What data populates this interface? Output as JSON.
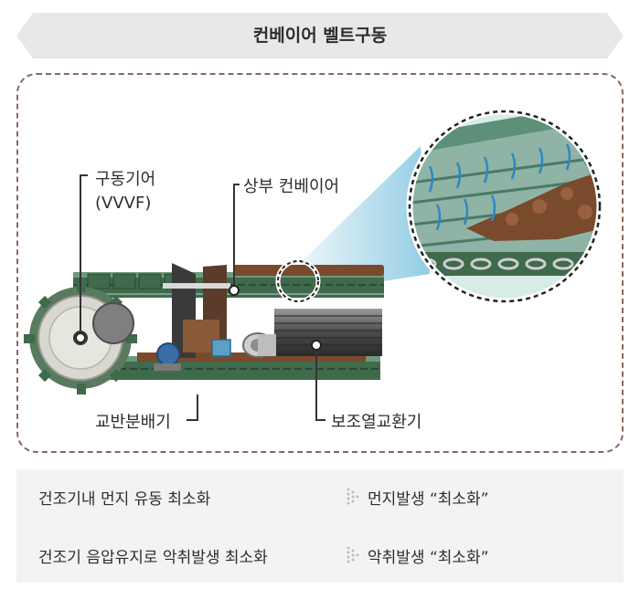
{
  "title": "컨베이어 벨트구동",
  "labels": {
    "drive_gear": "구동기어",
    "drive_gear_sub": "(VVVF)",
    "upper_conveyor": "상부 컨베이어",
    "agitator": "교반분배기",
    "aux_heat_exchanger": "보조열교환기"
  },
  "effects": [
    {
      "text": "건조기내 먼지 유동 최소화",
      "result": "먼지발생 “최소화”"
    },
    {
      "text": "건조기 음압유지로 악취발생 최소화",
      "result": "악취발생 “최소화”"
    }
  ],
  "colors": {
    "banner": "#e8e8e8",
    "frame_border": "#8a6a5c",
    "belt_green": "#3f6a4c",
    "sludge_brown": "#7a4a2c",
    "air_blue": "#7fc4e0"
  }
}
